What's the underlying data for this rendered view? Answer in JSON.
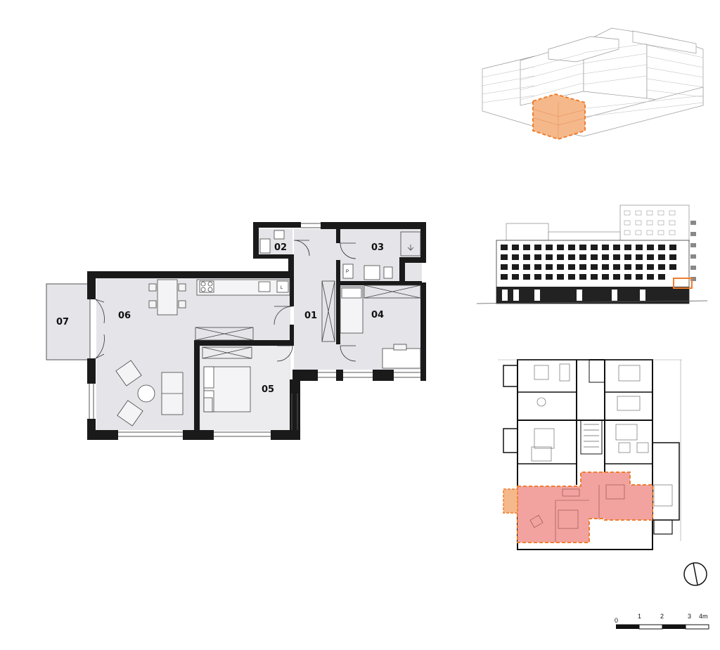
{
  "floorplan": {
    "rooms": [
      {
        "id": "01",
        "label": "01"
      },
      {
        "id": "02",
        "label": "02"
      },
      {
        "id": "03",
        "label": "03"
      },
      {
        "id": "04",
        "label": "04"
      },
      {
        "id": "05",
        "label": "05"
      },
      {
        "id": "06",
        "label": "06"
      },
      {
        "id": "07",
        "label": "07"
      }
    ],
    "fixture_labels": {
      "p": "P",
      "l": "L"
    }
  },
  "scale_bar": {
    "ticks": [
      "0",
      "1",
      "2",
      "3",
      "4m"
    ]
  },
  "colors": {
    "room_fill": "#e4e4e9",
    "wall": "#1a1a1a",
    "highlight_orange": "#f07d2e",
    "highlight_fill": "#f5b88a",
    "plan_highlight_fill": "#f2a3a0"
  }
}
